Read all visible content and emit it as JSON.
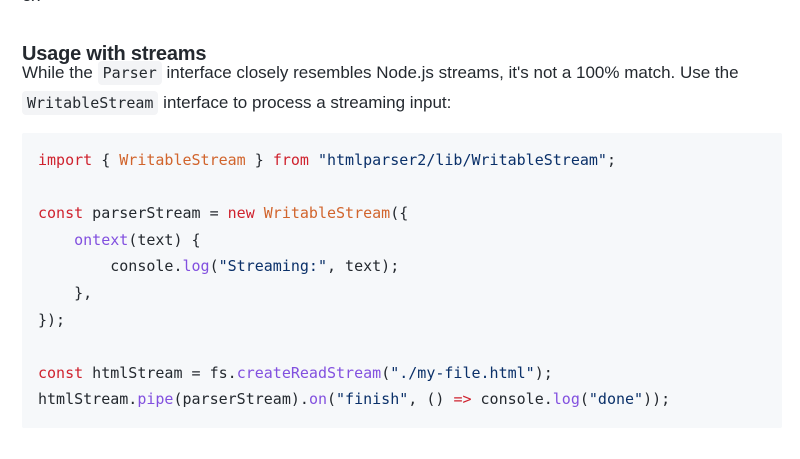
{
  "top_fragment": "ex",
  "section": {
    "heading": "Usage with streams",
    "paragraph": {
      "part1": "While the ",
      "code1": "Parser",
      "part2": " interface closely resembles Node.js streams, it's not a 100% match. Use the",
      "code2": "WritableStream",
      "part3": " interface to process a streaming input:"
    }
  },
  "code_block": {
    "language": "javascript",
    "lines": [
      "import { WritableStream } from \"htmlparser2/lib/WritableStream\";",
      "",
      "const parserStream = new WritableStream({",
      "    ontext(text) {",
      "        console.log(\"Streaming:\", text);",
      "    },",
      "});",
      "",
      "const htmlStream = fs.createReadStream(\"./my-file.html\");",
      "htmlStream.pipe(parserStream).on(\"finish\", () => console.log(\"done\"));"
    ]
  },
  "colors": {
    "keyword": "#cf222e",
    "class": "#d1642c",
    "string": "#0a3069",
    "function": "#8250df",
    "code_background": "#f6f8fa"
  }
}
